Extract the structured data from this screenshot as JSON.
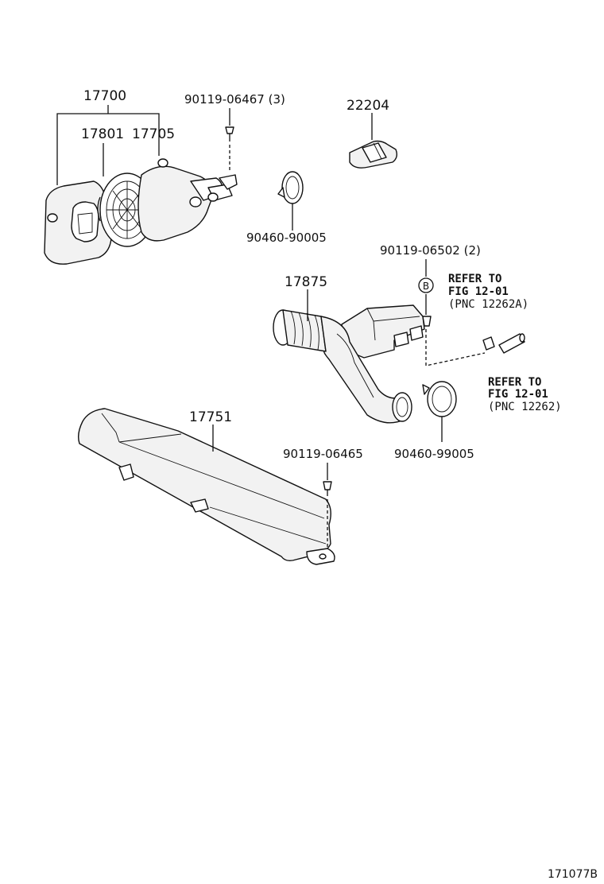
{
  "labels": {
    "air_cleaner_assy": "17700",
    "filter_element": "17801",
    "cleaner_cap": "17705",
    "bolt_top": "90119-06467 (3)",
    "sensor": "22204",
    "clamp_small": "90460-90005",
    "bolt_b": "90119-06502 (2)",
    "callout_b": "B",
    "hose_intake": "17875",
    "clamp_large": "90460-99005",
    "duct_inlet": "17751",
    "bolt_duct": "90119-06465"
  },
  "refer_1": {
    "line1": "REFER TO",
    "line2": "FIG 12-01",
    "line3": "(PNC 12262A)"
  },
  "refer_2": {
    "line1": "REFER TO",
    "line2": "FIG 12-01",
    "line3": "(PNC 12262)"
  },
  "figure_id": "171077B"
}
